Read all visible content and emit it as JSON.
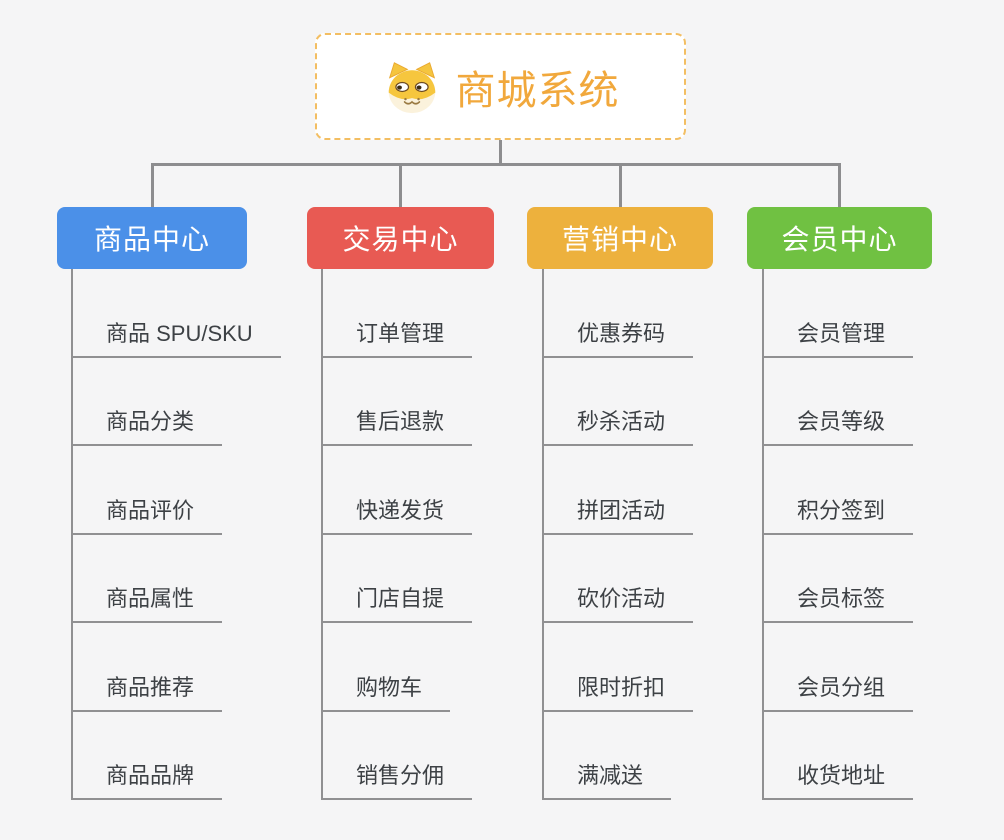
{
  "root": {
    "title": "商城系统",
    "icon": "dog-face-icon"
  },
  "branches": [
    {
      "label": "商品中心",
      "color": "#4b90e8",
      "children": [
        "商品 SPU/SKU",
        "商品分类",
        "商品评价",
        "商品属性",
        "商品推荐",
        "商品品牌"
      ]
    },
    {
      "label": "交易中心",
      "color": "#e85a53",
      "children": [
        "订单管理",
        "售后退款",
        "快递发货",
        "门店自提",
        "购物车",
        "销售分佣"
      ]
    },
    {
      "label": "营销中心",
      "color": "#edb13d",
      "children": [
        "优惠券码",
        "秒杀活动",
        "拼团活动",
        "砍价活动",
        "限时折扣",
        "满减送"
      ]
    },
    {
      "label": "会员中心",
      "color": "#70c142",
      "children": [
        "会员管理",
        "会员等级",
        "积分签到",
        "会员标签",
        "会员分组",
        "收货地址"
      ]
    }
  ],
  "colors": {
    "background": "#f5f5f6",
    "root_text": "#f1a83c",
    "root_border": "#f3be62",
    "connector": "#8d8d8f",
    "leaf_text": "#3d4145",
    "leaf_line": "#909092"
  }
}
